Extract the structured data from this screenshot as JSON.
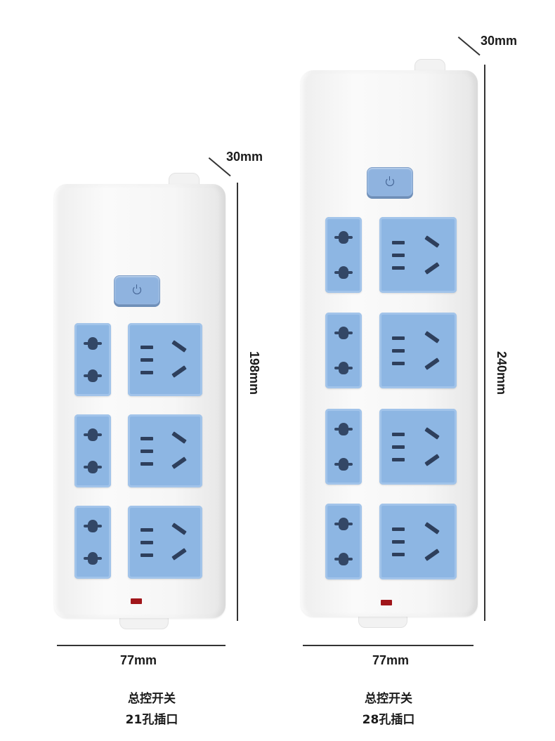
{
  "strips": [
    {
      "depth_label": "30mm",
      "height_label": "198mm",
      "width_label": "77mm",
      "caption_line1": "总控开关",
      "caption_line2": "21孔插口",
      "rows": 3
    },
    {
      "depth_label": "30mm",
      "height_label": "240mm",
      "width_label": "77mm",
      "caption_line1": "总控开关",
      "caption_line2": "28孔插口",
      "rows": 4
    }
  ],
  "colors": {
    "socket_blue": "#8db6e3",
    "indicator_red": "#a0151a",
    "body_white": "#f6f6f6"
  }
}
